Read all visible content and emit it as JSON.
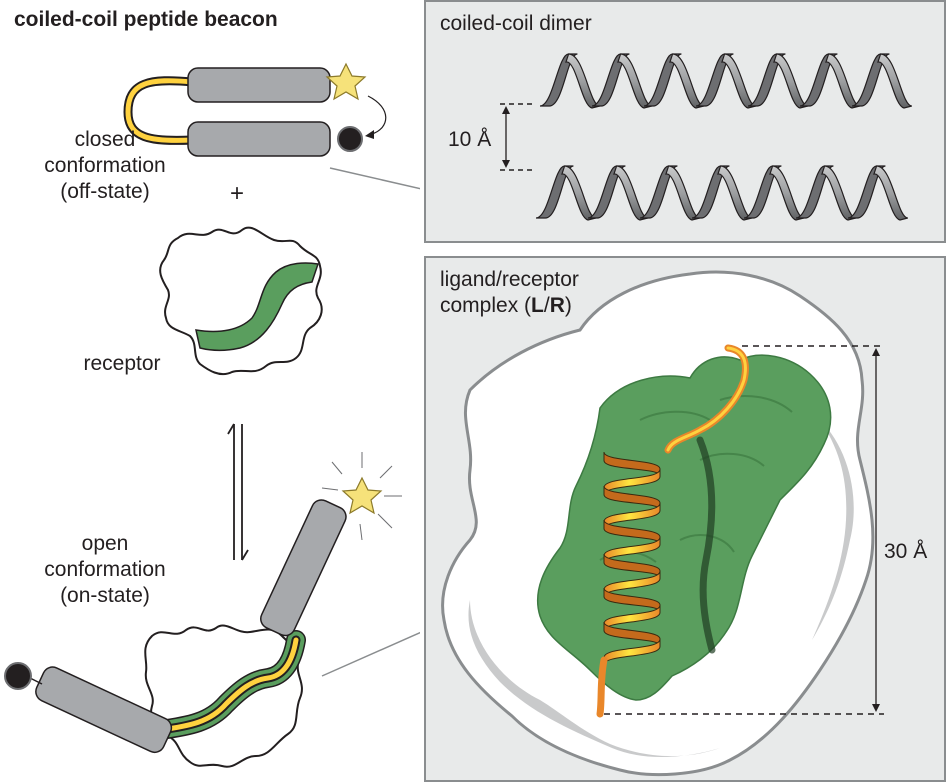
{
  "title": "coiled-coil peptide beacon",
  "left": {
    "closed_label": [
      "closed",
      "conformation",
      "(off-state)"
    ],
    "plus": "+",
    "receptor_label": "receptor",
    "open_label": [
      "open",
      "conformation",
      "(on-state)"
    ]
  },
  "dimer_panel": {
    "title": "coiled-coil dimer",
    "distance": "10 Å"
  },
  "complex_panel": {
    "title_line1": "ligand/receptor",
    "title_line2_prefix": "complex (",
    "title_L": "L",
    "title_sep": "/",
    "title_R": "R",
    "title_line2_suffix": ")",
    "distance": "30 Å"
  },
  "colors": {
    "cylinder": "#a7a9ac",
    "linker_yellow": "#ffd23f",
    "binding_green": "#5a9e5e",
    "panel_bg": "#e8eaea",
    "star": "#f6e27a"
  }
}
